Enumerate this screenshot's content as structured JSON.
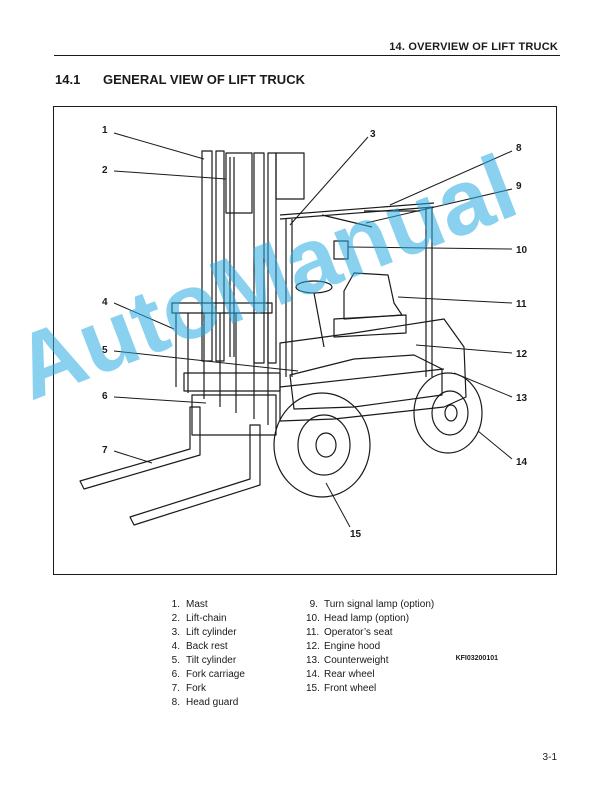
{
  "header": {
    "running_title": "14. OVERVIEW OF LIFT TRUCK"
  },
  "section": {
    "number": "14.1",
    "title": "GENERAL VIEW OF LIFT TRUCK"
  },
  "figure": {
    "code": "KFI03200101",
    "callouts": [
      "1",
      "2",
      "3",
      "4",
      "5",
      "6",
      "7",
      "8",
      "9",
      "10",
      "11",
      "12",
      "13",
      "14",
      "15"
    ]
  },
  "watermark": {
    "text": "AutoManual",
    "color": "#29abe2"
  },
  "legend": {
    "left": [
      {
        "num": "1.",
        "label": "Mast"
      },
      {
        "num": "2.",
        "label": "Lift-chain"
      },
      {
        "num": "3.",
        "label": "Lift cylinder"
      },
      {
        "num": "4.",
        "label": "Back rest"
      },
      {
        "num": "5.",
        "label": "Tilt cylinder"
      },
      {
        "num": "6.",
        "label": "Fork carriage"
      },
      {
        "num": "7.",
        "label": "Fork"
      },
      {
        "num": "8.",
        "label": "Head guard"
      }
    ],
    "right": [
      {
        "num": "9.",
        "label": "Turn signal lamp (option)"
      },
      {
        "num": "10.",
        "label": "Head lamp (option)"
      },
      {
        "num": "11.",
        "label": "Operator’s seat"
      },
      {
        "num": "12.",
        "label": "Engine hood"
      },
      {
        "num": "13.",
        "label": "Counterweight"
      },
      {
        "num": "14.",
        "label": "Rear wheel"
      },
      {
        "num": "15.",
        "label": "Front wheel"
      }
    ]
  },
  "footer": {
    "page_number": "3-1"
  }
}
